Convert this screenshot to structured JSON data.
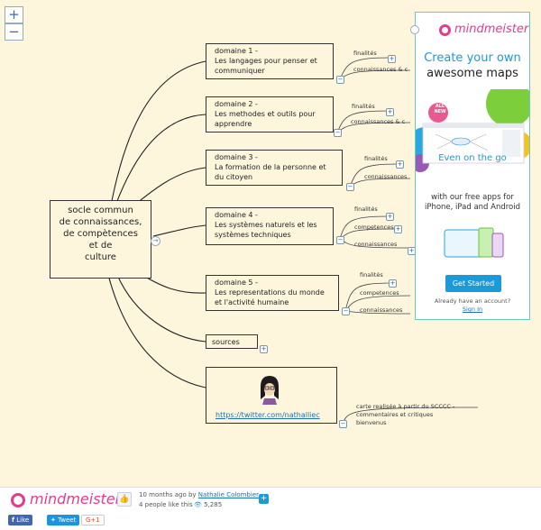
{
  "zoom": {
    "in": "+",
    "out": "−"
  },
  "root": {
    "lines": [
      "socle commun",
      "de connaissances,",
      "de compètences",
      "et de",
      "culture"
    ]
  },
  "domains": [
    {
      "lines": [
        "domaine 1 -",
        "Les langages pour penser et",
        "communiquer"
      ],
      "subs": [
        "finalités",
        "connaissances & c"
      ]
    },
    {
      "lines": [
        "domaine 2 -",
        "Les methodes et outils pour",
        "apprendre"
      ],
      "subs": [
        "finalités",
        "connaissances & c"
      ]
    },
    {
      "lines": [
        "domaine 3 -",
        "La formation de la personne et",
        "du citoyen"
      ],
      "subs": [
        "finalités",
        "connaissances"
      ]
    },
    {
      "lines": [
        "domaine 4 -",
        "Les systèmes naturels et les",
        "systèmes techniques"
      ],
      "subs": [
        "finalités",
        "competences",
        "connaissances"
      ]
    },
    {
      "lines": [
        "domaine 5 -",
        "Les representations du monde",
        "et l'activité humaine"
      ],
      "subs": [
        "finalités",
        "competences",
        "connaissances"
      ]
    }
  ],
  "sources": "sources",
  "twitter": "https://twitter.com/nathalliec",
  "notes": [
    "carte realisée à partir du SCCCC -",
    "commentaires et critiques",
    "bienvenus"
  ],
  "ad": {
    "brand": "mindmeister",
    "headline1": "Create your own",
    "headline2": "awesome maps",
    "badge": "ALL NEW",
    "on_the_go": "Even on the go",
    "desc": [
      "with our free apps for",
      "iPhone, iPad and Android"
    ],
    "button": "Get Started",
    "have_account": "Already have an account?",
    "signin": "Sign In"
  },
  "footer": {
    "brand": "mindmeister",
    "time": "10 months ago by",
    "author": "Nathalie Colombier",
    "likes": "4 people like this",
    "views": "5,285",
    "like_btn": "Like",
    "tweet_btn": "Tweet",
    "gplus_btn": "G+1"
  },
  "colors": {
    "brand_pink": "#e83a8a",
    "accent_blue": "#1a9bd7",
    "canvas": "#fdf6dd"
  }
}
